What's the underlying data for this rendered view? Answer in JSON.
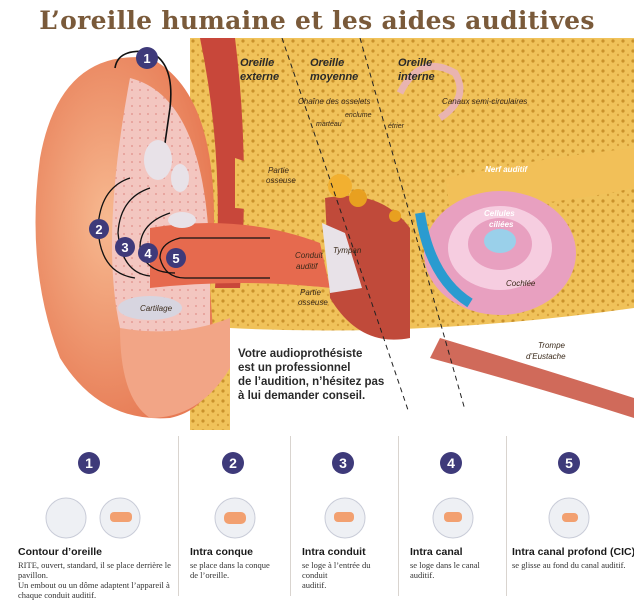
{
  "title": "L’oreille humaine et les aides auditives",
  "sections": {
    "outer": [
      "Oreille",
      "externe"
    ],
    "middle": [
      "Oreille",
      "moyenne"
    ],
    "inner": [
      "Oreille",
      "interne"
    ]
  },
  "labels": {
    "ossicles": "Chaîne des osselets",
    "anvil": "enclume",
    "hammer": "marteau",
    "stirrup": "étrier",
    "canals": "Canaux semi-circulaires",
    "nerve": "Nerf auditif",
    "cells": [
      "Cellules",
      "ciliées"
    ],
    "bone_top": [
      "Partie",
      "osseuse"
    ],
    "eardrum": "Tympan",
    "canal": [
      "Conduit",
      "auditif"
    ],
    "bone_bottom": [
      "Partie",
      "osseuse"
    ],
    "cartilage": "Cartilage",
    "cochlea": "Cochlée",
    "eustachian": [
      "Trompe",
      "d’Eustache"
    ]
  },
  "markers": [
    "1",
    "2",
    "3",
    "4",
    "5"
  ],
  "advice": [
    "Votre audioprothésiste",
    "est un professionnel",
    "de l’audition, n’hésitez pas",
    "à lui demander conseil."
  ],
  "devices": [
    {
      "number": "1",
      "title": "Contour d’oreille",
      "desc": [
        "RITE, ouvert, standard, il se place derrière le pavillon.",
        "Un embout ou un dôme adaptent l’appareil à",
        "chaque conduit auditif."
      ]
    },
    {
      "number": "2",
      "title": "Intra conque",
      "desc": [
        "se place dans la conque",
        "de l’oreille."
      ]
    },
    {
      "number": "3",
      "title": "Intra conduit",
      "desc": [
        "se loge à l’entrée du conduit",
        "auditif."
      ]
    },
    {
      "number": "4",
      "title": "Intra canal",
      "desc": [
        "se loge dans le canal auditif."
      ]
    },
    {
      "number": "5",
      "title": "Intra canal profond (CIC)",
      "desc": [
        "se glisse au fond du canal auditif."
      ]
    }
  ],
  "colors": {
    "title": "#7a5a3a",
    "badge": "#3e3a7a",
    "bone": "#e9b64a",
    "skin": "#f0a07a",
    "cochlea": "#e8a0c0",
    "nerve": "#f2b030"
  }
}
